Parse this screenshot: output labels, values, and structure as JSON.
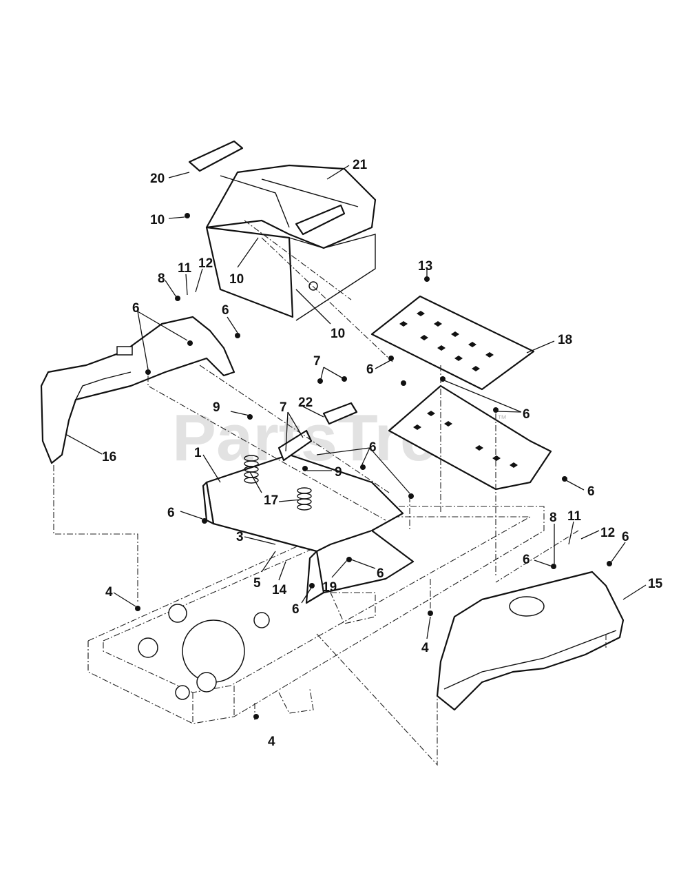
{
  "watermark": "PartsTree",
  "watermark_mark": "™",
  "callouts": {
    "c1": "1",
    "c3": "3",
    "c4a": "4",
    "c4b": "4",
    "c4c": "4",
    "c5": "5",
    "c6a": "6",
    "c6b": "6",
    "c6c": "6",
    "c6d": "6",
    "c6e": "6",
    "c6f": "6",
    "c6g": "6",
    "c6h": "6",
    "c6i": "6",
    "c6j": "6",
    "c6k": "6",
    "c7a": "7",
    "c7b": "7",
    "c8a": "8",
    "c8b": "8",
    "c9a": "9",
    "c9b": "9",
    "c10a": "10",
    "c10b": "10",
    "c10c": "10",
    "c11a": "11",
    "c11b": "11",
    "c12a": "12",
    "c12b": "12",
    "c13": "13",
    "c14": "14",
    "c15": "15",
    "c16": "16",
    "c17": "17",
    "c18": "18",
    "c19": "19",
    "c20": "20",
    "c21": "21",
    "c22": "22"
  }
}
